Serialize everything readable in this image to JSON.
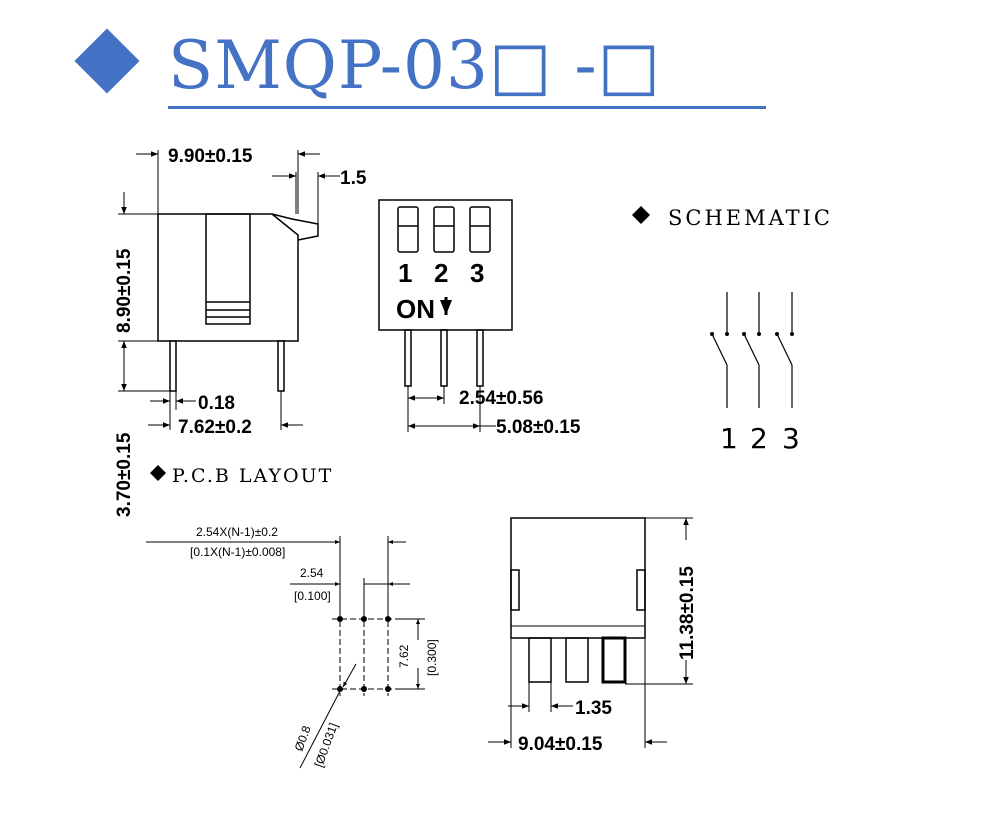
{
  "title": {
    "text": "SMQP-03□ -□",
    "color": "#4472c4"
  },
  "side_view": {
    "width_dim": "9.90±0.15",
    "actuator_dim": "1.5",
    "height_dim": "8.90±0.15",
    "pin_length_dim": "3.70±0.15",
    "pin_width_dim": "0.18",
    "pin_spacing_dim": "7.62±0.2"
  },
  "front_view": {
    "switch_numbers": [
      "1",
      "2",
      "3"
    ],
    "on_label": "ON",
    "pitch_dim": "2.54±0.56",
    "span_dim": "5.08±0.15"
  },
  "schematic": {
    "label": "SCHEMATIC",
    "pin_numbers": [
      "1",
      "2",
      "3"
    ]
  },
  "pcb_layout": {
    "label": "P.C.B  LAYOUT",
    "pitch_formula": "2.54X(N-1)±0.2",
    "pitch_formula_inch": "[0.1X(N-1)±0.008]",
    "pitch": "2.54",
    "pitch_inch": "[0.100]",
    "row_spacing": "7.62",
    "row_spacing_inch": "[0.300]",
    "hole_dia": "Ø0.8",
    "hole_dia_inch": "[Ø0.031]"
  },
  "top_view": {
    "height_dim": "11.38±0.15",
    "slot_dim": "1.35",
    "width_dim": "9.04±0.15"
  }
}
